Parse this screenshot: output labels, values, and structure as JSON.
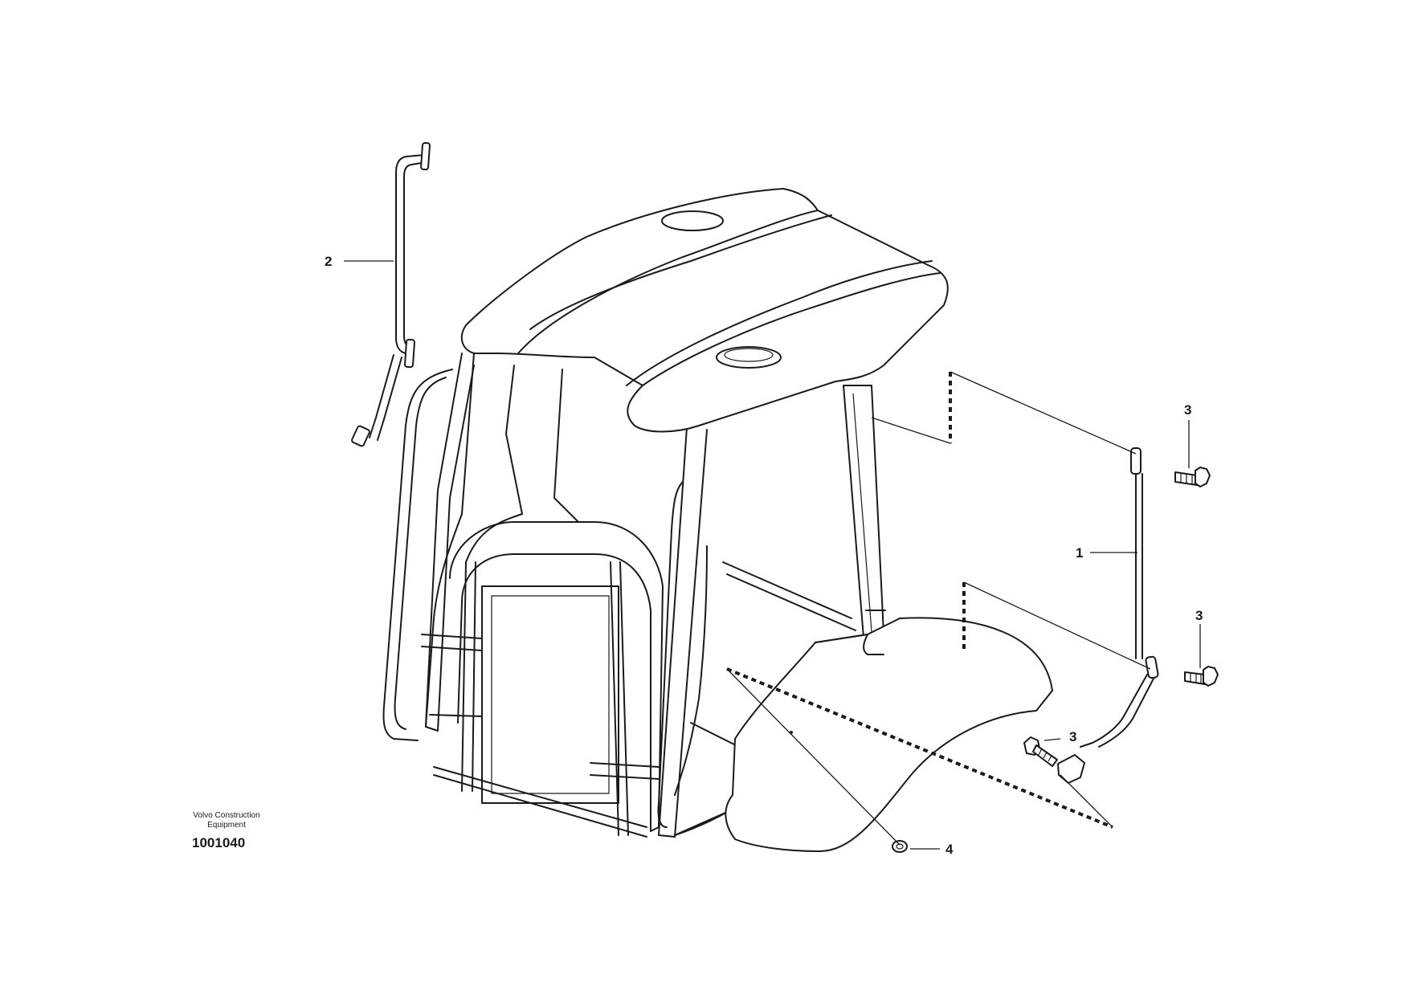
{
  "callouts": {
    "part_1": "1",
    "part_2": "2",
    "part_3a": "3",
    "part_3b": "3",
    "part_3c": "3",
    "part_4": "4"
  },
  "footer": {
    "publisher_line1": "Volvo Construction",
    "publisher_line2": "Equipment",
    "figure_number": "1001040"
  }
}
